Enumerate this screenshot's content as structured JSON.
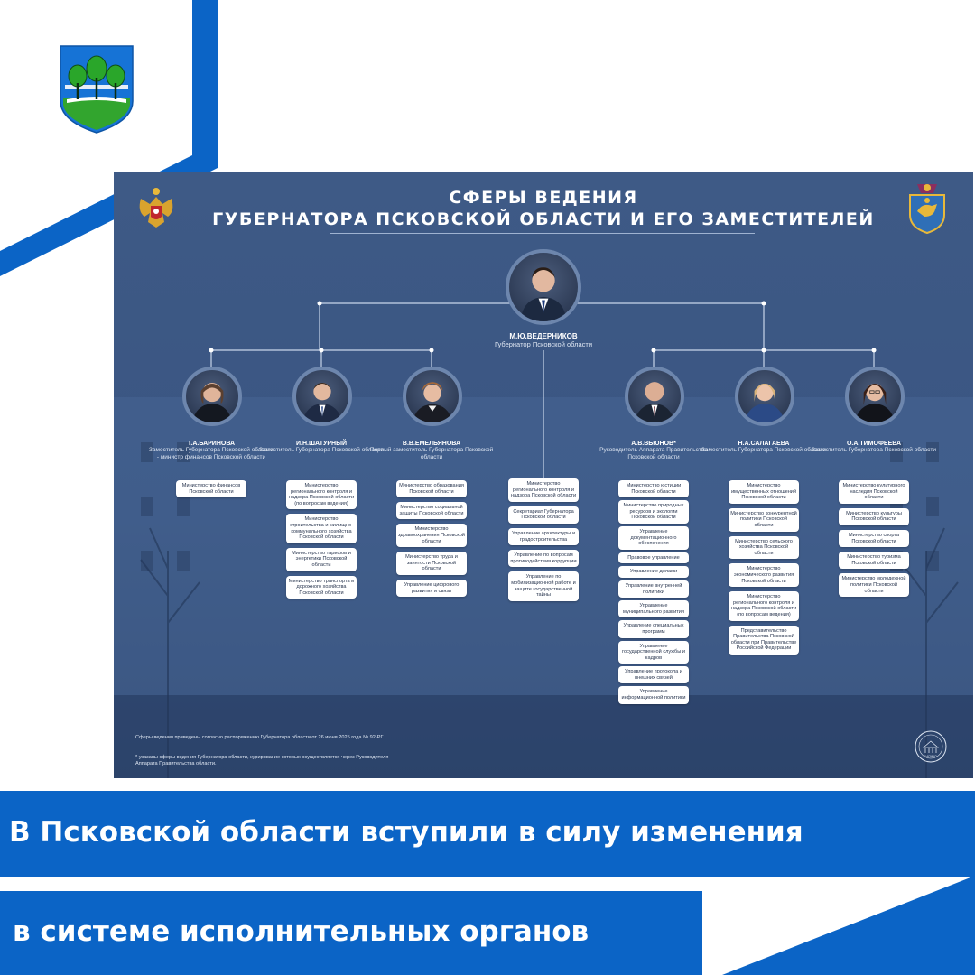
{
  "colors": {
    "brand_blue": "#0b64c6",
    "poster_blue": "#3a5582",
    "box_text": "#29364f"
  },
  "icons": [
    "municipal-coat-of-arms",
    "russia-coat-of-arms",
    "pskov-coat-of-arms",
    "kapiko-seal"
  ],
  "poster": {
    "title_line1": "СФЕРЫ ВЕДЕНИЯ",
    "title_line2": "ГУБЕРНАТОРА ПСКОВСКОЙ ОБЛАСТИ И ЕГО ЗАМЕСТИТЕЛЕЙ",
    "governor": {
      "name": "М.Ю.ВЕДЕРНИКОВ",
      "role": "Губернатор Псковской области"
    },
    "governor_items": [
      "Министерство регионального контроля и надзора Псковской области",
      "Секретариат Губернатора Псковской области",
      "Управление архитектуры и градостроительства",
      "Управление по вопросам противодействия коррупции",
      "Управление по мобилизационной работе и защите государственной тайны"
    ],
    "deputies": [
      {
        "name": "Т.А.БАРИНОВА",
        "role": "Заместитель Губернатора Псковской области - министр финансов Псковской области",
        "items": [
          "Министерство финансов Псковской области"
        ]
      },
      {
        "name": "И.Н.ШАТУРНЫЙ",
        "role": "Заместитель Губернатора Псковской области",
        "items": [
          "Министерство регионального контроля и надзора Псковской области (по вопросам ведения)",
          "Министерство строительства и жилищно-коммунального хозяйства Псковской области",
          "Министерство тарифов и энергетики Псковской области",
          "Министерство транспорта и дорожного хозяйства Псковской области"
        ]
      },
      {
        "name": "В.В.ЕМЕЛЬЯНОВА",
        "role": "Первый заместитель Губернатора Псковской области",
        "items": [
          "Министерство образования Псковской области",
          "Министерство социальной защиты Псковской области",
          "Министерство здравоохранения Псковской области",
          "Министерство труда и занятости Псковской области",
          "Управление цифрового развития и связи"
        ]
      },
      {
        "name": "А.В.ВЬЮНОВ*",
        "role": "Руководитель Аппарата Правительства Псковской области",
        "items": [
          "Министерство юстиции Псковской области",
          "Министерство природных ресурсов и экологии Псковской области",
          "Управление документационного обеспечения",
          "Правовое управление",
          "Управление делами",
          "Управление внутренней политики",
          "Управление муниципального развития",
          "Управление специальных программ",
          "Управление государственной службы и кадров",
          "Управление протокола и внешних связей",
          "Управление информационной политики"
        ]
      },
      {
        "name": "Н.А.САЛАГАЕВА",
        "role": "Заместитель Губернатора Псковской области",
        "items": [
          "Министерство имущественных отношений Псковской области",
          "Министерство конкурентной политики Псковской области",
          "Министерство сельского хозяйства Псковской области",
          "Министерство экономического развития Псковской области",
          "Министерство регионального контроля и надзора Псковской области (по вопросам ведения)",
          "Представительство Правительства Псковской области при Правительстве Российской Федерации"
        ]
      },
      {
        "name": "О.А.ТИМОФЕЕВА",
        "role": "Заместитель Губернатора Псковской области",
        "items": [
          "Министерство культурного наследия Псковской области",
          "Министерство культуры Псковской области",
          "Министерство спорта Псковской области",
          "Министерство туризма Псковской области",
          "Министерство молодежной политики Псковской области"
        ]
      }
    ],
    "footnote_1": "Сферы ведения приведены согласно распоряжению Губернатора области от 26 июня 2025 года № 92-РГ.",
    "footnote_2": "* указаны сферы ведения Губернатора области, курирование которых осуществляется через Руководителя Аппарата Правительства области.",
    "seal_text": "КАПИКО"
  },
  "headline": {
    "line1": "В Псковской области вступили в силу изменения",
    "line2": "в системе исполнительных органов"
  }
}
